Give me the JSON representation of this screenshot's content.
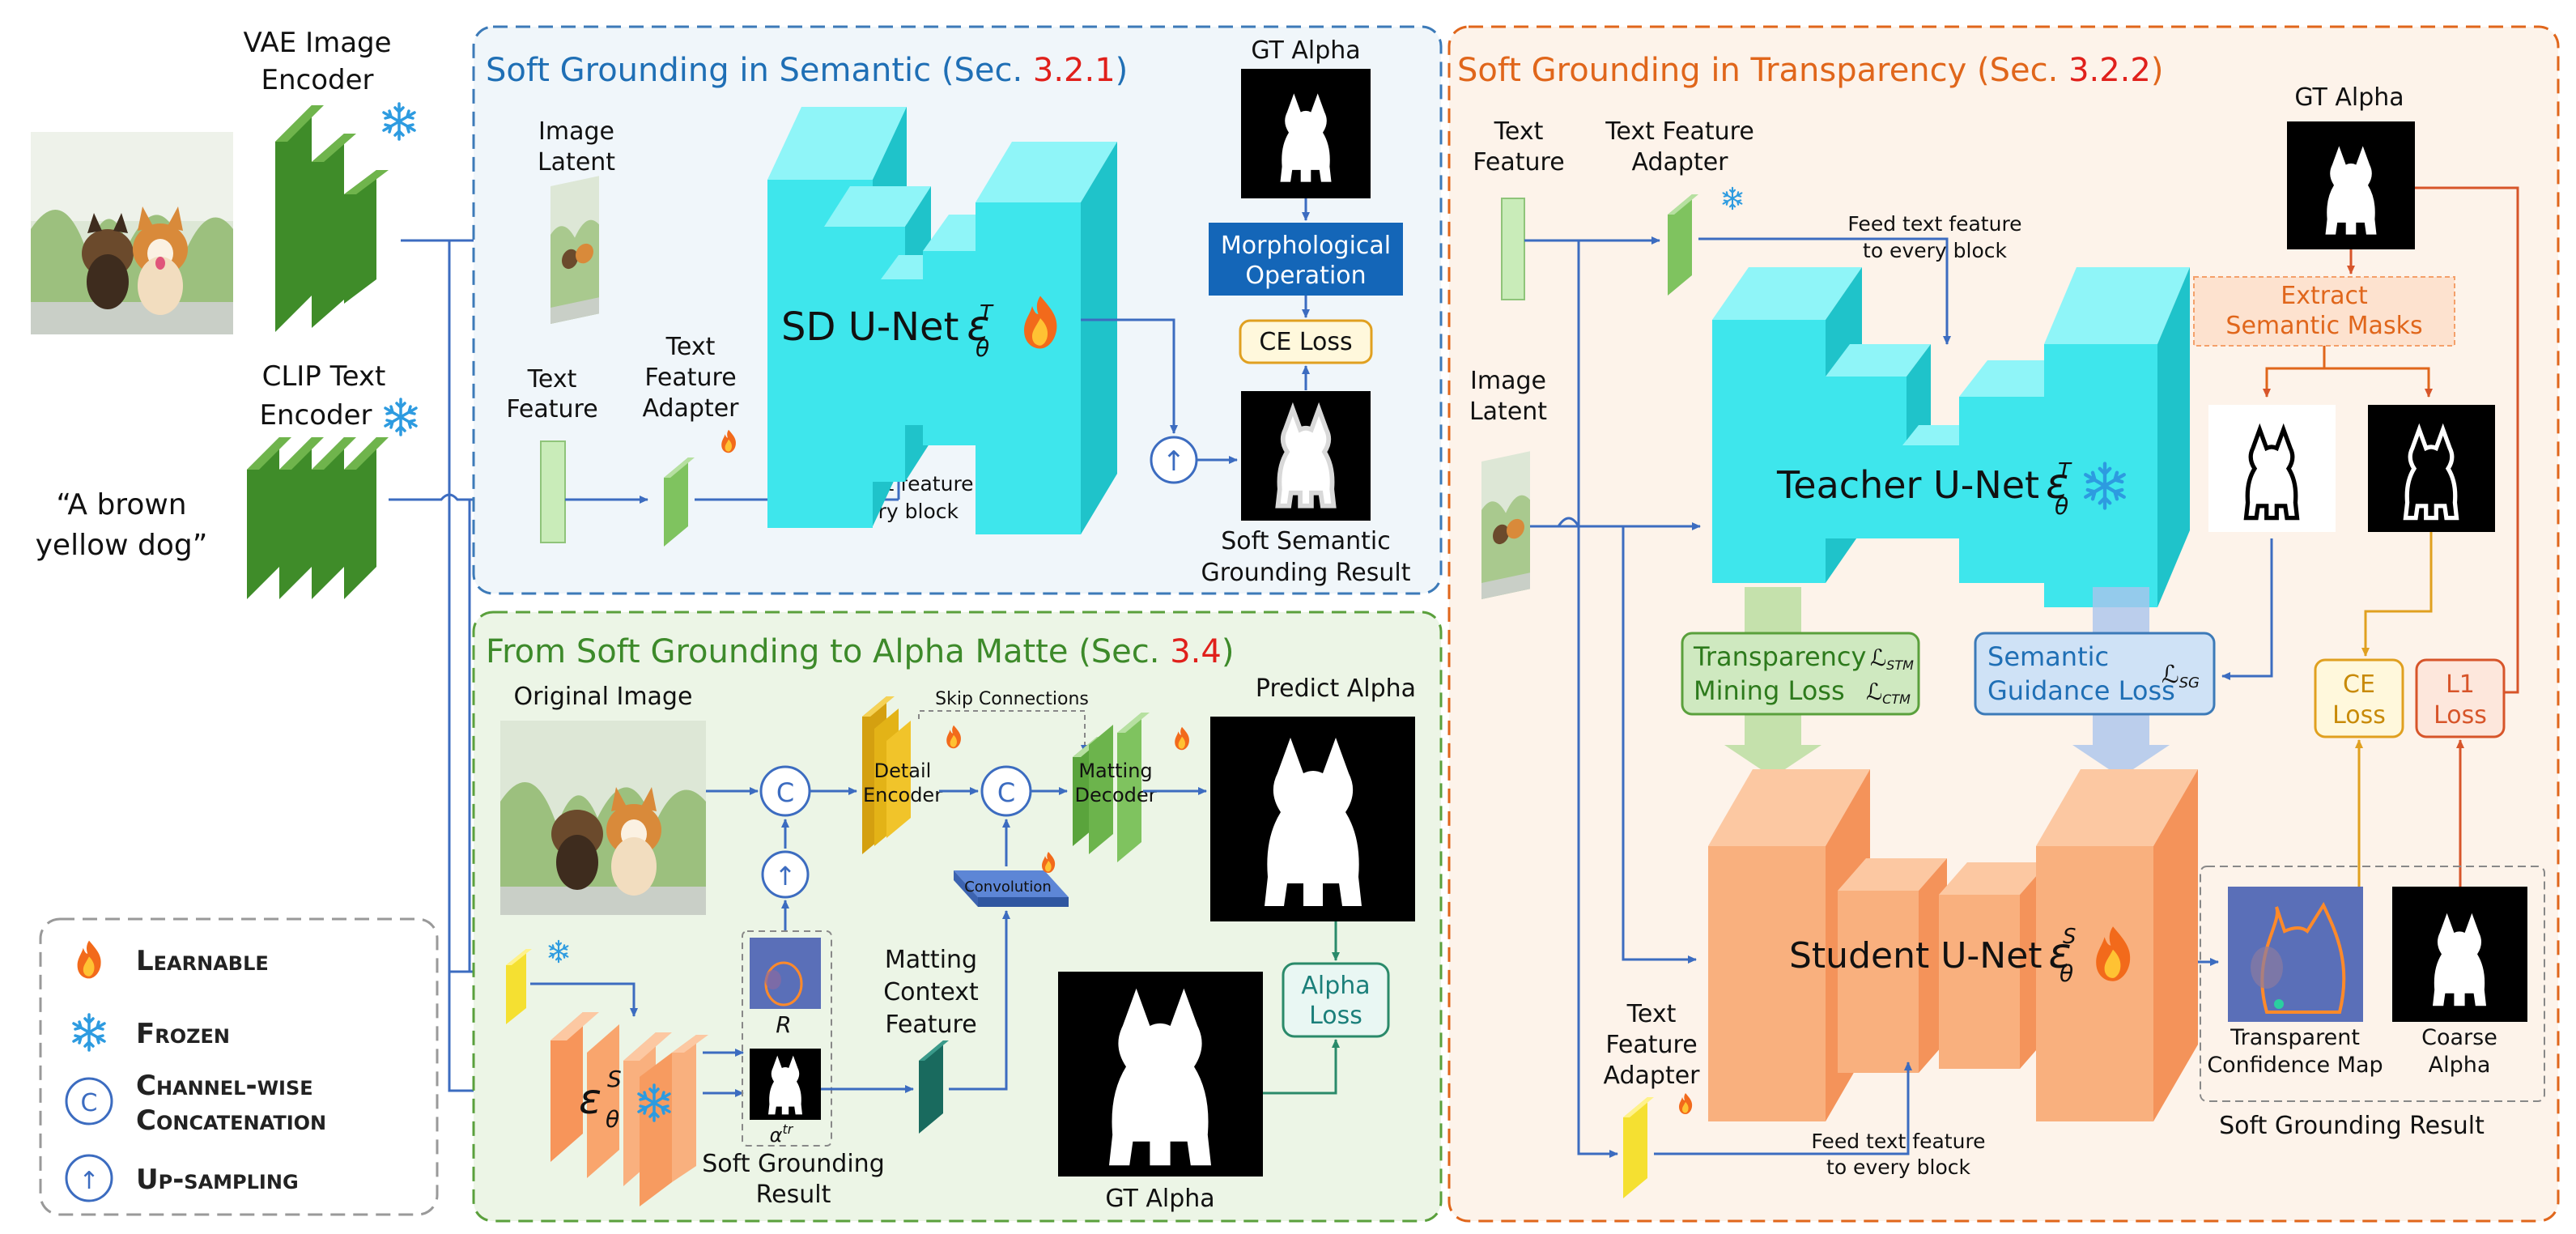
{
  "left": {
    "vae_title": [
      "VAE Image",
      "Encoder"
    ],
    "clip_title": [
      "CLIP Text",
      "Encoder"
    ],
    "prompt_text": [
      "“A brown",
      "yellow dog”"
    ]
  },
  "semantic_panel": {
    "title_main": "Soft Grounding in Semantic (Sec. ",
    "title_ref": "3.2.1",
    "title_end": ")",
    "image_latent": [
      "Image",
      "Latent"
    ],
    "text_feature": [
      "Text",
      "Feature"
    ],
    "text_feature_adapter": [
      "Text",
      "Feature",
      "Adapter"
    ],
    "feed_text": [
      "Feed text feature",
      "to every block"
    ],
    "unet_label": "SD U-Net",
    "unet_symbol": "ε",
    "unet_sup": "T",
    "unet_sub": "θ",
    "gt_alpha": "GT Alpha",
    "morph": [
      "Morphological",
      "Operation"
    ],
    "ce_loss": "CE Loss",
    "upsample_symbol": "↑",
    "result": [
      "Soft Semantic",
      "Grounding Result"
    ]
  },
  "alpha_panel": {
    "title_main": "From Soft Grounding to Alpha Matte  (Sec. ",
    "title_ref": "3.4",
    "title_end": ")",
    "original_image": "Original Image",
    "concat_symbol": "C",
    "upsample_symbol": "↑",
    "detail_encoder": [
      "Detail",
      "Encoder"
    ],
    "skip_connections": "Skip Connections",
    "matting_decoder": [
      "Matting",
      "Decoder"
    ],
    "predict_alpha": "Predict Alpha",
    "convolution": "Convolution",
    "matting_context": [
      "Matting",
      "Context",
      "Feature"
    ],
    "alpha_loss": [
      "Alpha",
      "Loss"
    ],
    "gt_alpha": "GT Alpha",
    "r_label": "R",
    "alpha_sym": "α",
    "alpha_sup": "tr",
    "soft_result": [
      "Soft Grounding",
      "Result"
    ],
    "student_symbol": "ε",
    "student_sup": "S",
    "student_sub": "θ"
  },
  "legend": {
    "learnable": "Learnable",
    "frozen": "Frozen",
    "concat": [
      "Channel-wise",
      "Concatenation"
    ],
    "upsampling": "Up-sampling",
    "concat_symbol": "C",
    "upsample_symbol": "↑"
  },
  "transparency_panel": {
    "title_main": "Soft Grounding in Transparency (Sec. ",
    "title_ref": "3.2.2",
    "title_end": ")",
    "text_feature": [
      "Text",
      "Feature"
    ],
    "text_feature_adapter": [
      "Text Feature",
      "Adapter"
    ],
    "feed_text_top": [
      "Feed text feature",
      "to every block"
    ],
    "image_latent": [
      "Image",
      "Latent"
    ],
    "teacher": "Teacher U-Net",
    "teacher_symbol": "ε",
    "teacher_sup": "T",
    "teacher_sub": "θ",
    "gt_alpha": "GT Alpha",
    "extract": [
      "Extract",
      "Semantic Masks"
    ],
    "transparency_loss": [
      "Transparency",
      "Mining Loss"
    ],
    "loss_stm": "ℒ",
    "loss_stm_sub": "STM",
    "loss_ctm": "ℒ",
    "loss_ctm_sub": "CTM",
    "semantic_loss": [
      "Semantic",
      "Guidance Loss"
    ],
    "loss_sg": "ℒ",
    "loss_sg_sub": "SG",
    "ce_loss": [
      "CE",
      "Loss"
    ],
    "l1_loss": [
      "L1",
      "Loss"
    ],
    "student": "Student U-Net",
    "student_symbol": "ε",
    "student_sup": "S",
    "student_sub": "θ",
    "transparent_map": [
      "Transparent",
      "Confidence Map"
    ],
    "coarse_alpha": [
      "Coarse",
      "Alpha"
    ],
    "soft_result": "Soft Grounding Result",
    "adapter_bottom": [
      "Text",
      "Feature",
      "Adapter"
    ],
    "feed_text_bottom": [
      "Feed text feature",
      "to every block"
    ]
  },
  "colors": {
    "semantic_title": "#1f6fb5",
    "alpha_title": "#3d8a2a",
    "transparency_title": "#e0661b",
    "section_ref": "#e0201b",
    "arrow": "#3c6cc0",
    "unet_cyan": "#3ee6ec",
    "unet_orange": "#f9b07e",
    "encoder_green": "#3f8c29",
    "adapter_green": "#84c86a",
    "ce_orange": "#e0a020",
    "l1_red": "#d7552a"
  },
  "icons": [
    "fire-icon",
    "snowflake-icon",
    "concat-icon",
    "upsample-icon",
    "dog-photo",
    "dog-silhouette"
  ]
}
